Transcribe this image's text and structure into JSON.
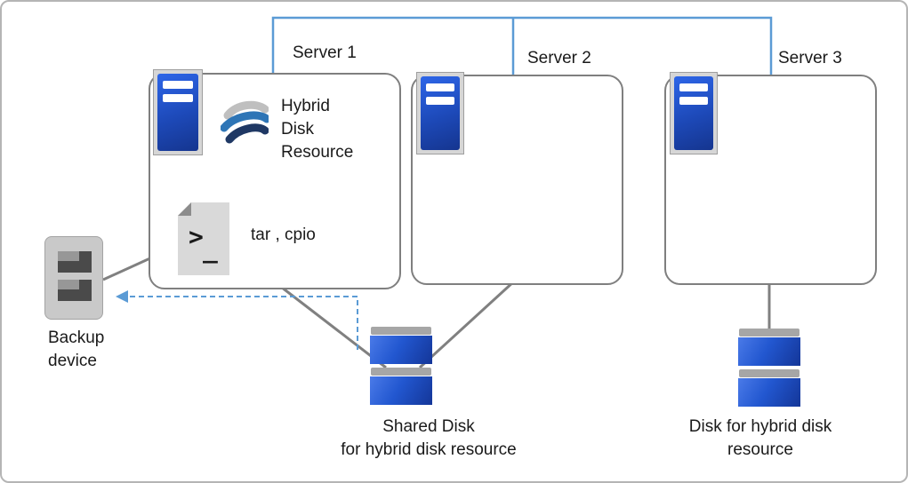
{
  "servers": [
    {
      "label": "Server 1"
    },
    {
      "label": "Server 2"
    },
    {
      "label": "Server 3"
    }
  ],
  "server1_contents": {
    "hybrid_resource_label": "Hybrid\nDisk\nResource",
    "backup_tools_label": "tar , cpio"
  },
  "shell_icon": {
    "prompt_glyph": ">",
    "underscore_glyph": "_"
  },
  "backup_device": {
    "label": "Backup\ndevice"
  },
  "shared_disk": {
    "label": "Shared Disk\nfor hybrid disk resource"
  },
  "hybrid_disk": {
    "label": "Disk for hybrid disk\nresource"
  },
  "colors": {
    "interconnect_blue": "#5B9BD5",
    "device_blue": "#2053C9",
    "line_gray": "#808080",
    "icon_gray": "#D9D9D9",
    "fold_gray": "#8C8C8C",
    "dark_navy": "#1F3864",
    "mid_blue": "#2E75B6",
    "light_band": "#BFBFBF"
  }
}
